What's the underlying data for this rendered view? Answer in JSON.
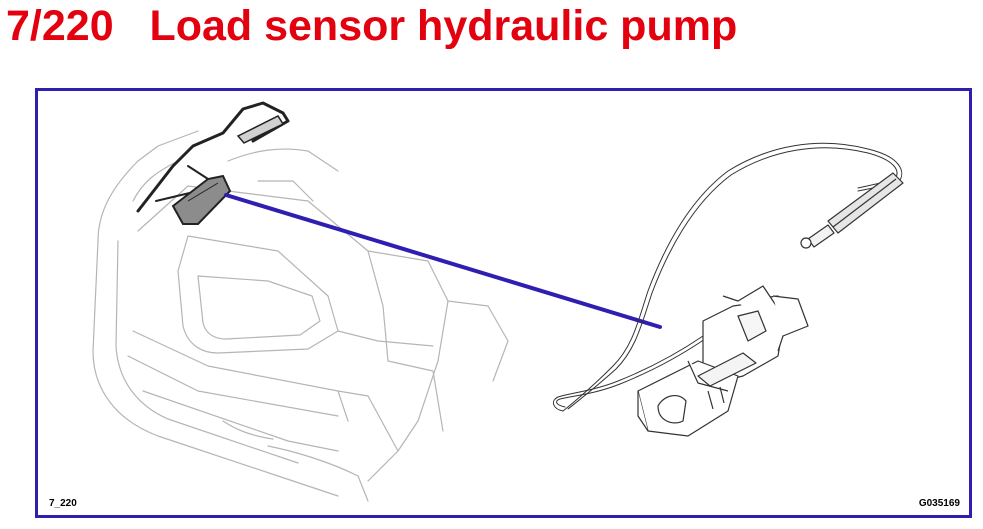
{
  "header": {
    "title": "7/220   Load sensor hydraulic pump"
  },
  "figure": {
    "ref_left": "7_220",
    "ref_right": "G035169"
  },
  "colors": {
    "title": "#e3000f",
    "frame_border": "#2e1fb0",
    "leader_line": "#2e1fb0",
    "sketch_light": "#b0b0b0",
    "sketch_dark": "#222222",
    "highlight_fill": "#8c8c8c"
  }
}
